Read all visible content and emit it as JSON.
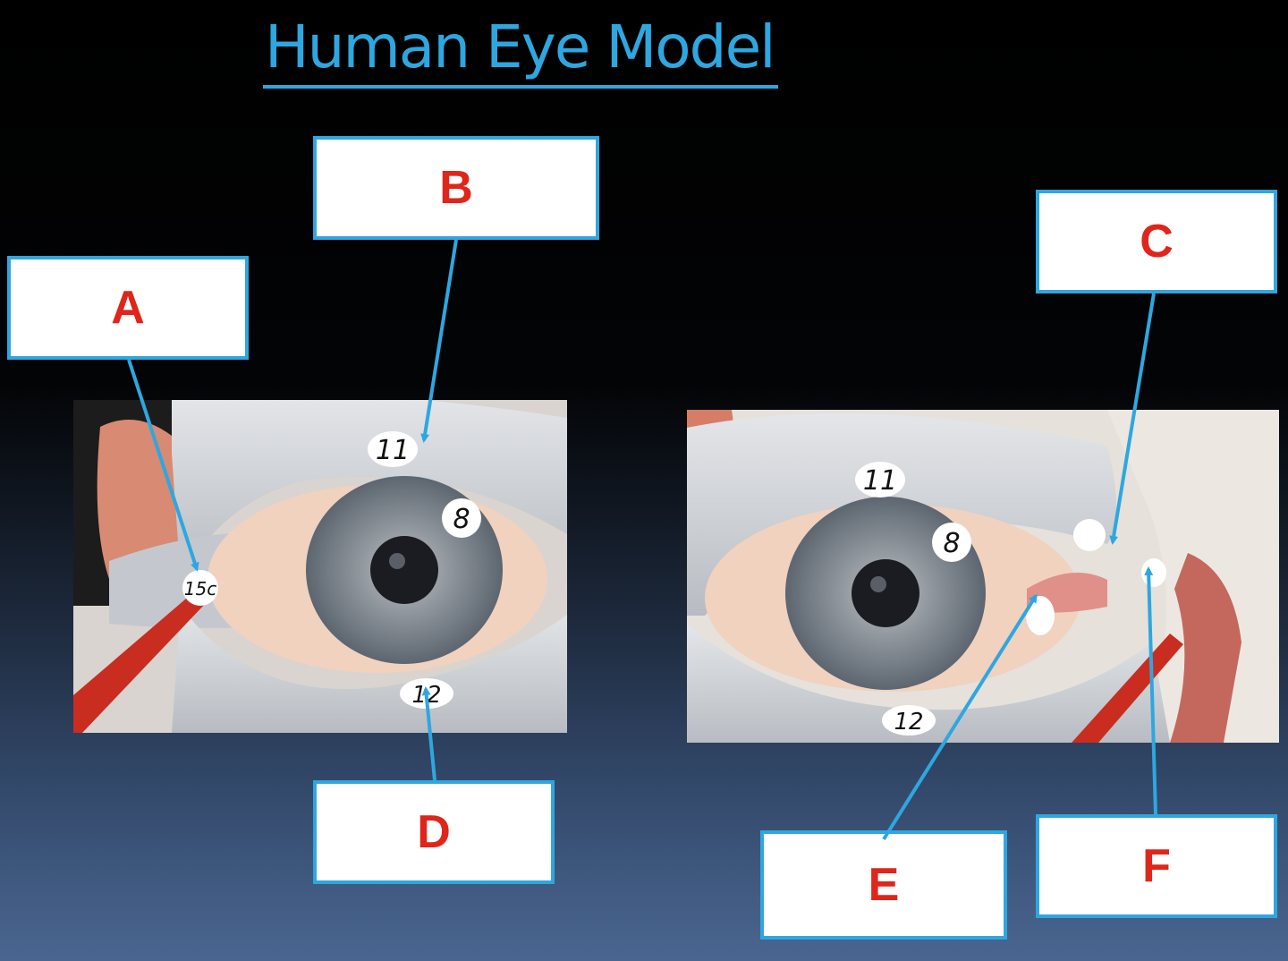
{
  "title": "Human Eye Model",
  "labels": {
    "a": "A",
    "b": "B",
    "c": "C",
    "d": "D",
    "e": "E",
    "f": "F"
  },
  "model_tags": {
    "left_upper": "11",
    "left_lower": "12",
    "left_iris": "8",
    "left_corner": "15c",
    "right_upper": "11",
    "right_lower": "12",
    "right_iris": "8"
  },
  "colors": {
    "title": "#2ea7e0",
    "box_border": "#2ea7e0",
    "label_text": "#e0251b",
    "arrow": "#2ea7e0"
  }
}
